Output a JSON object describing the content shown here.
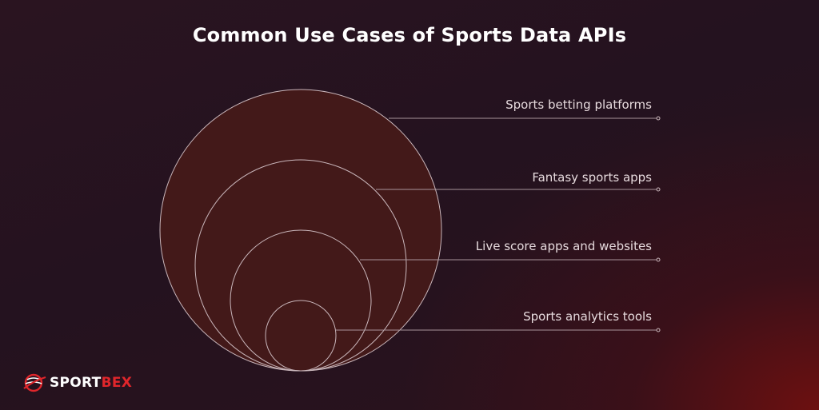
{
  "title": "Common Use Cases of Sports Data APIs",
  "use_cases": [
    "Sports betting platforms",
    "Fantasy sports apps",
    "Live score apps and websites",
    "Sports analytics tools"
  ],
  "logo": {
    "sport": "SPORT",
    "bex": "BEX",
    "icon": "globe-swoosh-icon"
  },
  "colors": {
    "background": "#24121f",
    "circle_fill": "#431919",
    "line": "#b8a5aa",
    "brand_red": "#e0262b"
  }
}
